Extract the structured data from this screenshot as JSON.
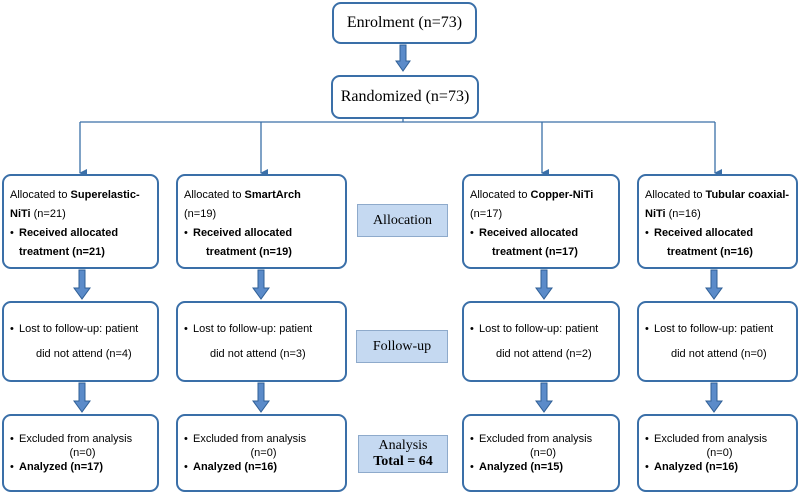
{
  "enrolment": "Enrolment (n=73)",
  "randomized": "Randomized (n=73)",
  "stages": {
    "allocation": "Allocation",
    "followup": "Follow-up",
    "analysis_line1": "Analysis",
    "analysis_line2": "Total = 64"
  },
  "groups": [
    {
      "alloc_prefix": "Allocated to ",
      "alloc_name": "Superelastic-NiTi",
      "alloc_count": " (n=21)",
      "received_line1": "Received allocated",
      "received_line2": "treatment (n=21)",
      "lost_line1": "Lost to follow-up: patient",
      "lost_line2": "did not attend (n=4)",
      "excluded_line1": "Excluded from analysis",
      "excluded_line2": "(n=0)",
      "analyzed": "Analyzed (n=17)"
    },
    {
      "alloc_prefix": "Allocated to ",
      "alloc_name": "SmartArch",
      "alloc_count": "(n=19)",
      "received_line1": "Received allocated",
      "received_line2": "treatment (n=19)",
      "lost_line1": "Lost to follow-up: patient",
      "lost_line2": "did not attend (n=3)",
      "excluded_line1": "Excluded from analysis",
      "excluded_line2": "(n=0)",
      "analyzed": "Analyzed (n=16)"
    },
    {
      "alloc_prefix": "Allocated to ",
      "alloc_name": "Copper-NiTi",
      "alloc_count": "(n=17)",
      "received_line1": "Received allocated",
      "received_line2": "treatment (n=17)",
      "lost_line1": "Lost to follow-up: patient",
      "lost_line2": "did not attend (n=2)",
      "excluded_line1": "Excluded from analysis",
      "excluded_line2": "(n=0)",
      "analyzed": "Analyzed (n=15)"
    },
    {
      "alloc_prefix": "Allocated to ",
      "alloc_name": "Tubular coaxial-NiTi",
      "alloc_count": " (n=16)",
      "received_line1": "Received allocated",
      "received_line2": "treatment (n=16)",
      "lost_line1": "Lost to follow-up: patient",
      "lost_line2": "did not attend (n=0)",
      "excluded_line1": "Excluded from analysis",
      "excluded_line2": "(n=0)",
      "analyzed": "Analyzed (n=16)"
    }
  ],
  "colors": {
    "border": "#3a6fa8",
    "stage_fill": "#c5d9f1",
    "arrow_fill": "#5b8bc9"
  }
}
